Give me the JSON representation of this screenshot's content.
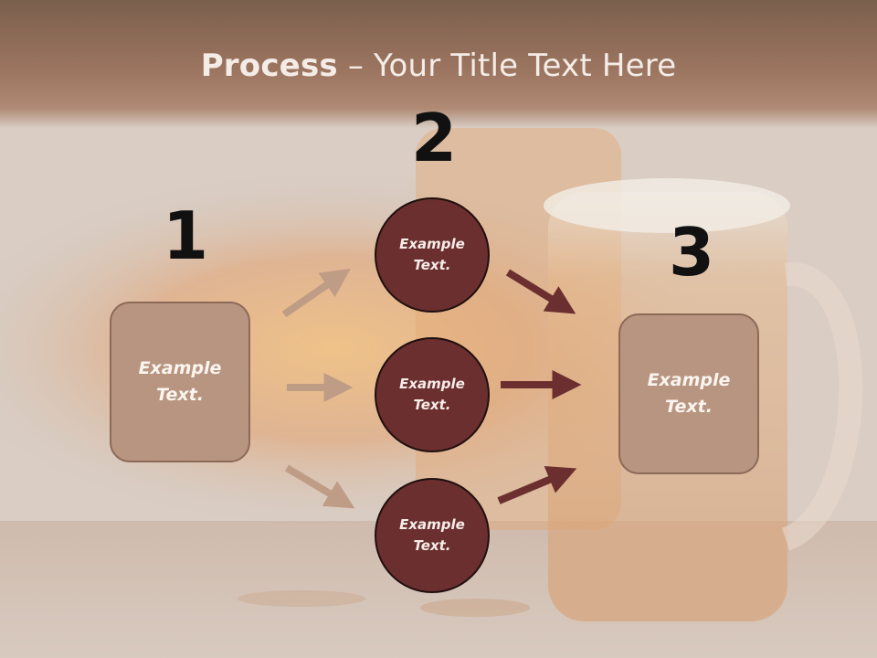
{
  "title": {
    "bold": "Process",
    "rest": " – Your Title Text Here"
  },
  "steps": {
    "one": {
      "number": "1",
      "text": "Example Text."
    },
    "two": {
      "number": "2"
    },
    "three": {
      "number": "3",
      "text": "Example Text."
    }
  },
  "circles": [
    {
      "text": "Example Text."
    },
    {
      "text": "Example Text."
    },
    {
      "text": "Example Text."
    }
  ],
  "colors": {
    "box_fill": "#b89580",
    "circle_fill": "#6a2f2e",
    "light_arrow": "#bf9c86",
    "dark_arrow": "#6b2f2f"
  }
}
